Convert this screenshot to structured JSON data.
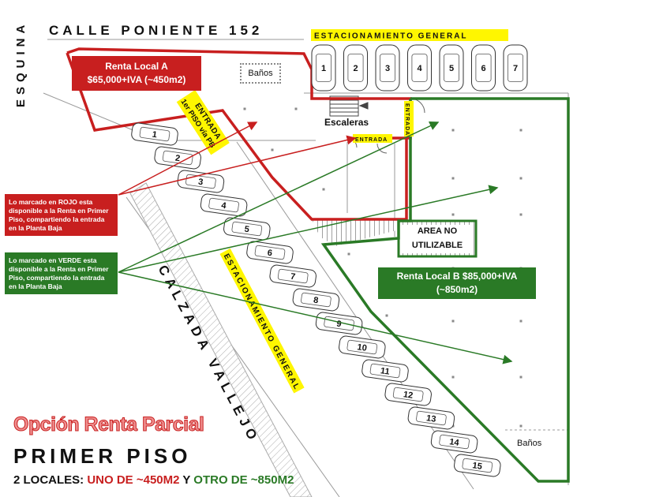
{
  "streets": {
    "top": "CALLE PONIENTE 152",
    "corner": "ESQUINA",
    "diagonal": "CALZADA VALLEJO"
  },
  "parking": {
    "top_label": "ESTACIONAMIENTO GENERAL",
    "diagonal_label": "ESTACIONAMIENTO GENERAL",
    "top_spots": [
      "1",
      "2",
      "3",
      "4",
      "5",
      "6",
      "7"
    ],
    "diagonal_spots": [
      "1",
      "2",
      "3",
      "4",
      "5",
      "6",
      "7",
      "8",
      "9",
      "10",
      "11",
      "12",
      "13",
      "14",
      "15"
    ]
  },
  "entrances": {
    "main_line1": "ENTRADA",
    "main_line2": "1er PISO vía PB",
    "inner": "ENTRADA",
    "side": "ENTRADA"
  },
  "local_a": {
    "name": "Renta Local A",
    "price": "$65,000+IVA (~450m2)",
    "color": "#c81f1f"
  },
  "local_b": {
    "name": "Renta Local B $85,000+IVA",
    "area": "(~850m2)",
    "color": "#2a7a26"
  },
  "rooms": {
    "banos_top": "Baños",
    "banos_bottom": "Baños",
    "stairs": "Escaleras"
  },
  "unusable": {
    "line1": "AREA NO",
    "line2": "UTILIZABLE"
  },
  "notes": {
    "red": "Lo marcado en ROJO esta disponible a la Renta en Primer Piso, compartiendo la entrada en la Planta Baja",
    "green": "Lo marcado en VERDE esta disponible a la Renta en Primer Piso, compartiendo la entrada en la Planta Baja"
  },
  "titles": {
    "option": "Opción Renta Parcial",
    "floor": "PRIMER PISO",
    "summary_prefix": "2 LOCALES: ",
    "summary_red": "UNO DE ~450M2",
    "summary_mid": " Y ",
    "summary_green": "OTRO DE ~850M2"
  },
  "colors": {
    "red": "#c81f1f",
    "green": "#2a7a26",
    "highlight": "#fff600"
  }
}
